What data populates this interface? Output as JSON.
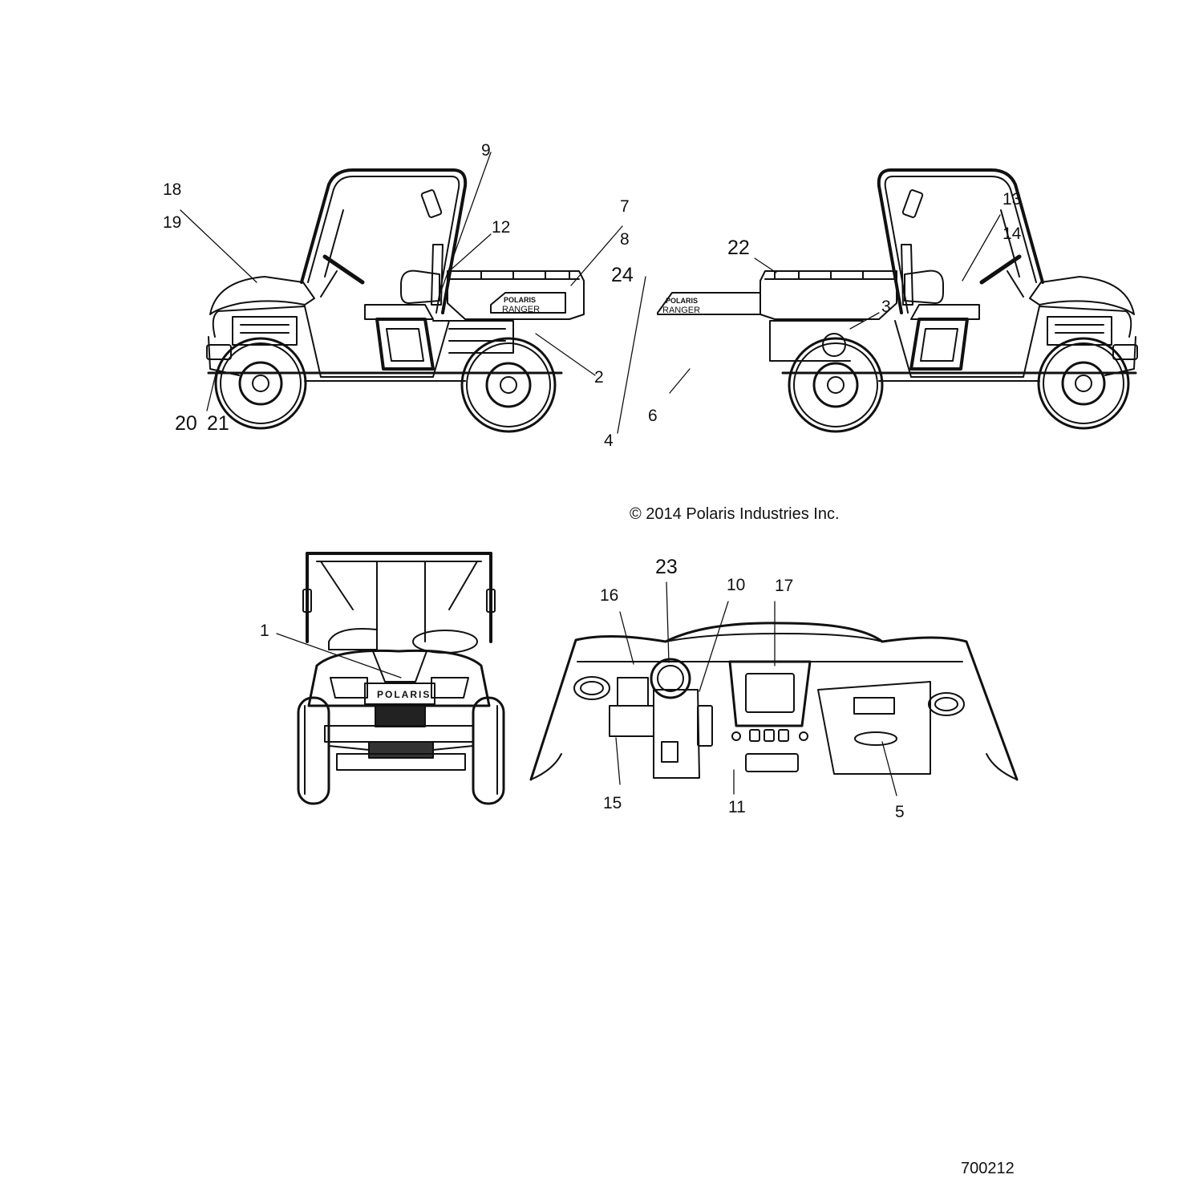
{
  "copyright": "© 2014 Polaris Industries Inc.",
  "figure_id": "700212",
  "colors": {
    "ink": "#111111",
    "background": "#ffffff"
  },
  "views": {
    "left_side": {
      "emblem_brand": "POLARIS",
      "emblem_model": "RANGER"
    },
    "right_side": {
      "emblem_brand": "POLARIS",
      "emblem_model": "RANGER"
    },
    "front": {
      "grille_text": "POLARIS"
    },
    "dash": {}
  },
  "callouts": [
    {
      "id": "c18",
      "text": "18"
    },
    {
      "id": "c19",
      "text": "19"
    },
    {
      "id": "c9",
      "text": "9"
    },
    {
      "id": "c12",
      "text": "12"
    },
    {
      "id": "c7",
      "text": "7"
    },
    {
      "id": "c8",
      "text": "8"
    },
    {
      "id": "c2",
      "text": "2"
    },
    {
      "id": "c20",
      "text": "20"
    },
    {
      "id": "c21",
      "text": "21"
    },
    {
      "id": "c22",
      "text": "22"
    },
    {
      "id": "c24",
      "text": "24"
    },
    {
      "id": "c13",
      "text": "13"
    },
    {
      "id": "c14",
      "text": "14"
    },
    {
      "id": "c3",
      "text": "3"
    },
    {
      "id": "c6",
      "text": "6"
    },
    {
      "id": "c4",
      "text": "4"
    },
    {
      "id": "c1",
      "text": "1"
    },
    {
      "id": "c23",
      "text": "23"
    },
    {
      "id": "c16",
      "text": "16"
    },
    {
      "id": "c10",
      "text": "10"
    },
    {
      "id": "c17",
      "text": "17"
    },
    {
      "id": "c15",
      "text": "15"
    },
    {
      "id": "c11",
      "text": "11"
    },
    {
      "id": "c5",
      "text": "5"
    }
  ]
}
